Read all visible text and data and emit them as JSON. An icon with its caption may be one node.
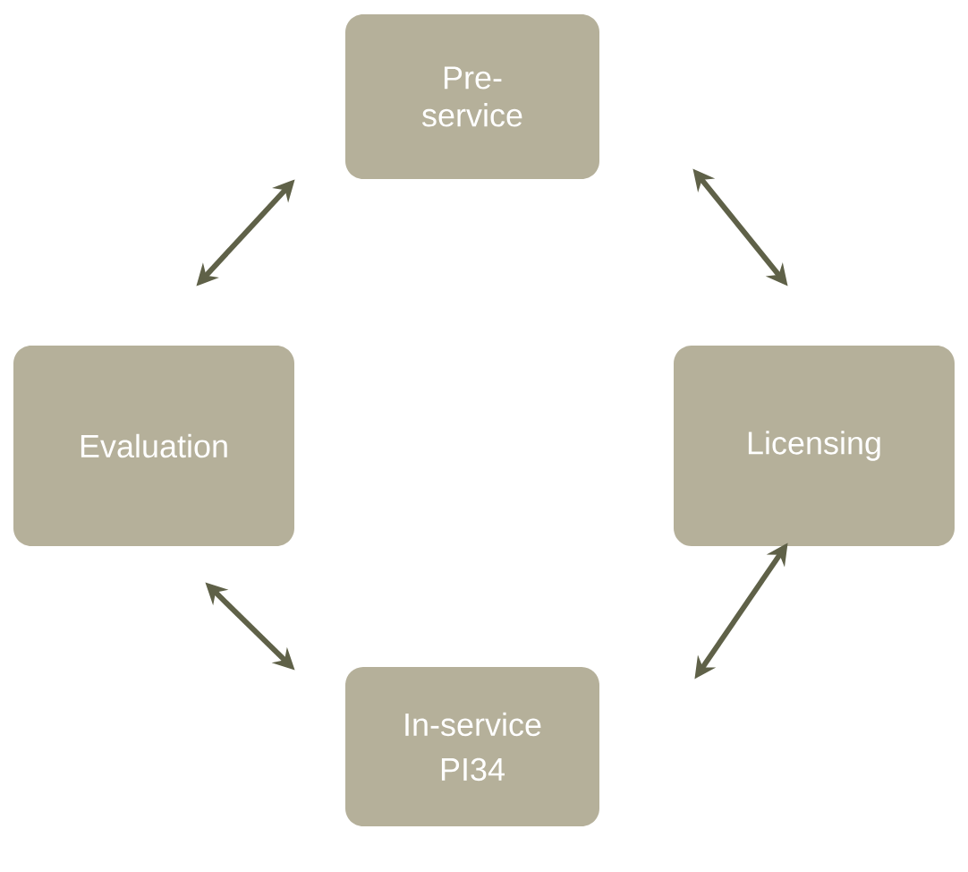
{
  "diagram": {
    "nodes": [
      {
        "text": [
          "Pre-service"
        ]
      },
      {
        "text": [
          "Licensing"
        ]
      },
      {
        "text": [
          "In-service",
          "PI34"
        ]
      },
      {
        "text": [
          "Evaluation"
        ]
      }
    ],
    "edges": [
      {
        "from": 0,
        "to": 1,
        "arrow": "both"
      },
      {
        "from": 1,
        "to": 2,
        "arrow": "both"
      },
      {
        "from": 2,
        "to": 3,
        "arrow": "both"
      },
      {
        "from": 3,
        "to": 0,
        "arrow": "both"
      }
    ]
  }
}
